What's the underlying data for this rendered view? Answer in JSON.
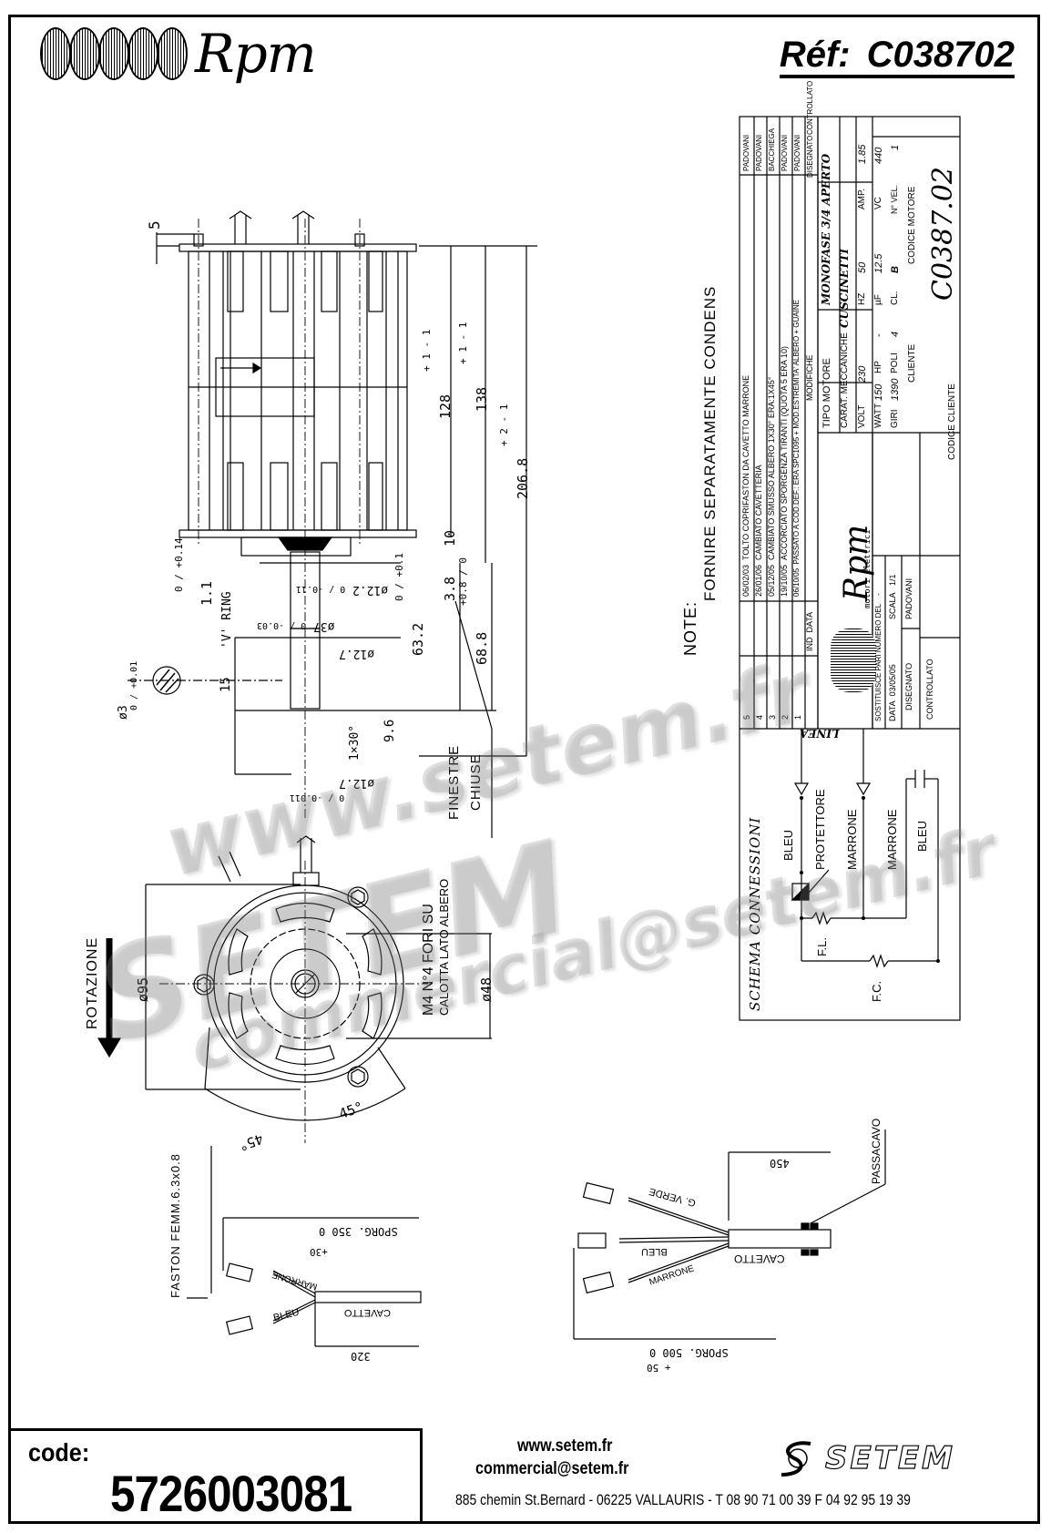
{
  "header": {
    "brand": "Rpm",
    "ref_label": "Réf:",
    "ref_value": "C038702"
  },
  "side_view": {
    "dims": {
      "pin_height": "5",
      "body_128": "128",
      "body_128_tol_plus": "+ 1",
      "body_128_tol_minus": "- 1",
      "body_138": "138",
      "body_138_tol_plus": "+ 1",
      "body_138_tol_minus": "- 1",
      "overall": "206.8",
      "overall_tol_plus": "+ 2",
      "overall_tol_minus": "- 1",
      "d10": "10",
      "d3_8": "3.8",
      "d63_2": "63.2",
      "d63_2_tol": "0 / +0.1",
      "d68_8": "68.8",
      "d68_8_tol": "+0.8 / 0",
      "d1_1": "1.1",
      "d1_1_tol": "0 / +0.14",
      "v_ring": "'V' RING",
      "phi12_2": "ø12.2",
      "phi12_2_tol": "0 / -0.11",
      "phi37": "ø37",
      "phi37_tol": "0 / -0.03",
      "phi12_7_a": "ø12.7",
      "phi12_7_b": "ø12.7",
      "phi12_7_tol": "0 / -0.011",
      "d15": "15",
      "d9_6": "9.6",
      "chamfer": "1×30°",
      "phi3": "ø3",
      "phi3_tol": "0 / +0.01",
      "finestre": "FINESTRE",
      "chiuse": "CHIUSE"
    }
  },
  "front_view": {
    "rotation_label": "ROTAZIONE",
    "phi95": "ø95",
    "phi48": "ø48",
    "holes_line1": "M4 N°4 FORI SU",
    "holes_line2": "CALOTTA LATO ALBERO",
    "angle_a": "45°",
    "angle_b": "45°"
  },
  "note": {
    "label": "NOTE:",
    "text": "FORNIRE SEPARATAMENTE CONDENS"
  },
  "revisions": {
    "rows": [
      {
        "ind": "5",
        "date": "06/02/03",
        "change": "TOLTO COPRIFASTON DA CAVETTO MARRONE",
        "by": "PADOVANI"
      },
      {
        "ind": "4",
        "date": "26/01/06",
        "change": "CAMBIATO CAVETTERIA",
        "by": "PADOVANI"
      },
      {
        "ind": "3",
        "date": "05/12/05",
        "change": "CAMBIATO SMUSSO ALBERO 1X30° ERA:1X45°",
        "by": "BACCHIEGA"
      },
      {
        "ind": "2",
        "date": "19/10/05",
        "change": "ACCORCIATO SPORGENZA TIRANTI (QUOTA 5 ERA 10)",
        "by": "PADOVANI"
      },
      {
        "ind": "1",
        "date": "06/10/05",
        "change": "PASSATO A COD.DEF.: ERA SPC1095 + MOD.ESTREMITA' ALBERO + GUAINE",
        "by": "PADOVANI"
      }
    ],
    "head_ind": "IND",
    "head_date": "DATA",
    "head_change": "MODIFICHE",
    "head_drawn": "DISEGNATO",
    "head_checked": "CONTROLLATO"
  },
  "title_block": {
    "brand": "Rpm",
    "brand_sub": "motori elettrici",
    "tipo_motore_label": "TIPO MOTORE",
    "tipo_motore": "MONOFASE 3/4 APERTO",
    "carat_label": "CARAT. MECCANICHE",
    "carat": "CUSCINETTI",
    "volt_label": "VOLT",
    "volt": "230",
    "hz_label": "HZ",
    "hz": "50",
    "amp_label": "AMP.",
    "amp": "1.85",
    "watt_label": "WATT",
    "watt": "150",
    "hp_label": "HP",
    "hp": "-",
    "uf_label": "µF",
    "uf": "12.5",
    "vc_label": "VC",
    "vc": "440",
    "giri_label": "GIRI",
    "giri": "1390",
    "poli_label": "POLI",
    "poli": "4",
    "cl_label": "CL.",
    "cl": "B",
    "nvel_label": "N° VEL.",
    "nvel": "1",
    "cliente_label": "CLIENTE",
    "codice_motore_label": "CODICE MOTORE",
    "codice_motore": "C0387.02",
    "codice_cliente_label": "CODICE CLIENTE",
    "sostituisce_label": "SOSTITUISCE PARI NUMERO DEL",
    "sostituisce": "-",
    "data_label": "DATA",
    "data": "03/05/05",
    "scala_label": "SCALA",
    "scala": "1/1",
    "disegnato_label": "DISEGNATO",
    "disegnato": "PADOVANI",
    "controllato_label": "CONTROLLATO"
  },
  "schematic": {
    "title": "SCHEMA CONNESSIONI",
    "linea": "LINEA",
    "bleu1": "BLEU",
    "protettore": "PROTETTORE",
    "marrone1": "MARRONE",
    "marrone2": "MARRONE",
    "bleu2": "BLEU",
    "fl": "F.L.",
    "fc": "F.C."
  },
  "cable_left": {
    "faston": "FASTON FEMM.6.3x0.8",
    "sporg": "SPORG. 350 0",
    "sporg_tol": "+30",
    "marrone": "MARRONE",
    "bleu": "BLEU",
    "cavetto": "CAVETTO",
    "len": "320"
  },
  "cable_right": {
    "len": "450",
    "passacavo": "PASSACAVO",
    "g_verde": "G. VERDE",
    "bleu": "BLEU",
    "marrone": "MARRONE",
    "cavetto": "CAVETTO",
    "sporg": "SPORG. 500 0",
    "sporg_tol": "+ 50"
  },
  "watermark": {
    "line1": "www.setem.fr",
    "line2": "SETEM",
    "line3": "commercial@setem.fr"
  },
  "footer": {
    "code_label": "code:",
    "code_value": "5726003081",
    "web": "www.setem.fr",
    "email": "commercial@setem.fr",
    "address": "885 chemin St.Bernard  -  06225 VALLAURIS  -  T 08 90 71 00 39   F 04 92 95 19 39",
    "setem_brand": "SETEM"
  }
}
